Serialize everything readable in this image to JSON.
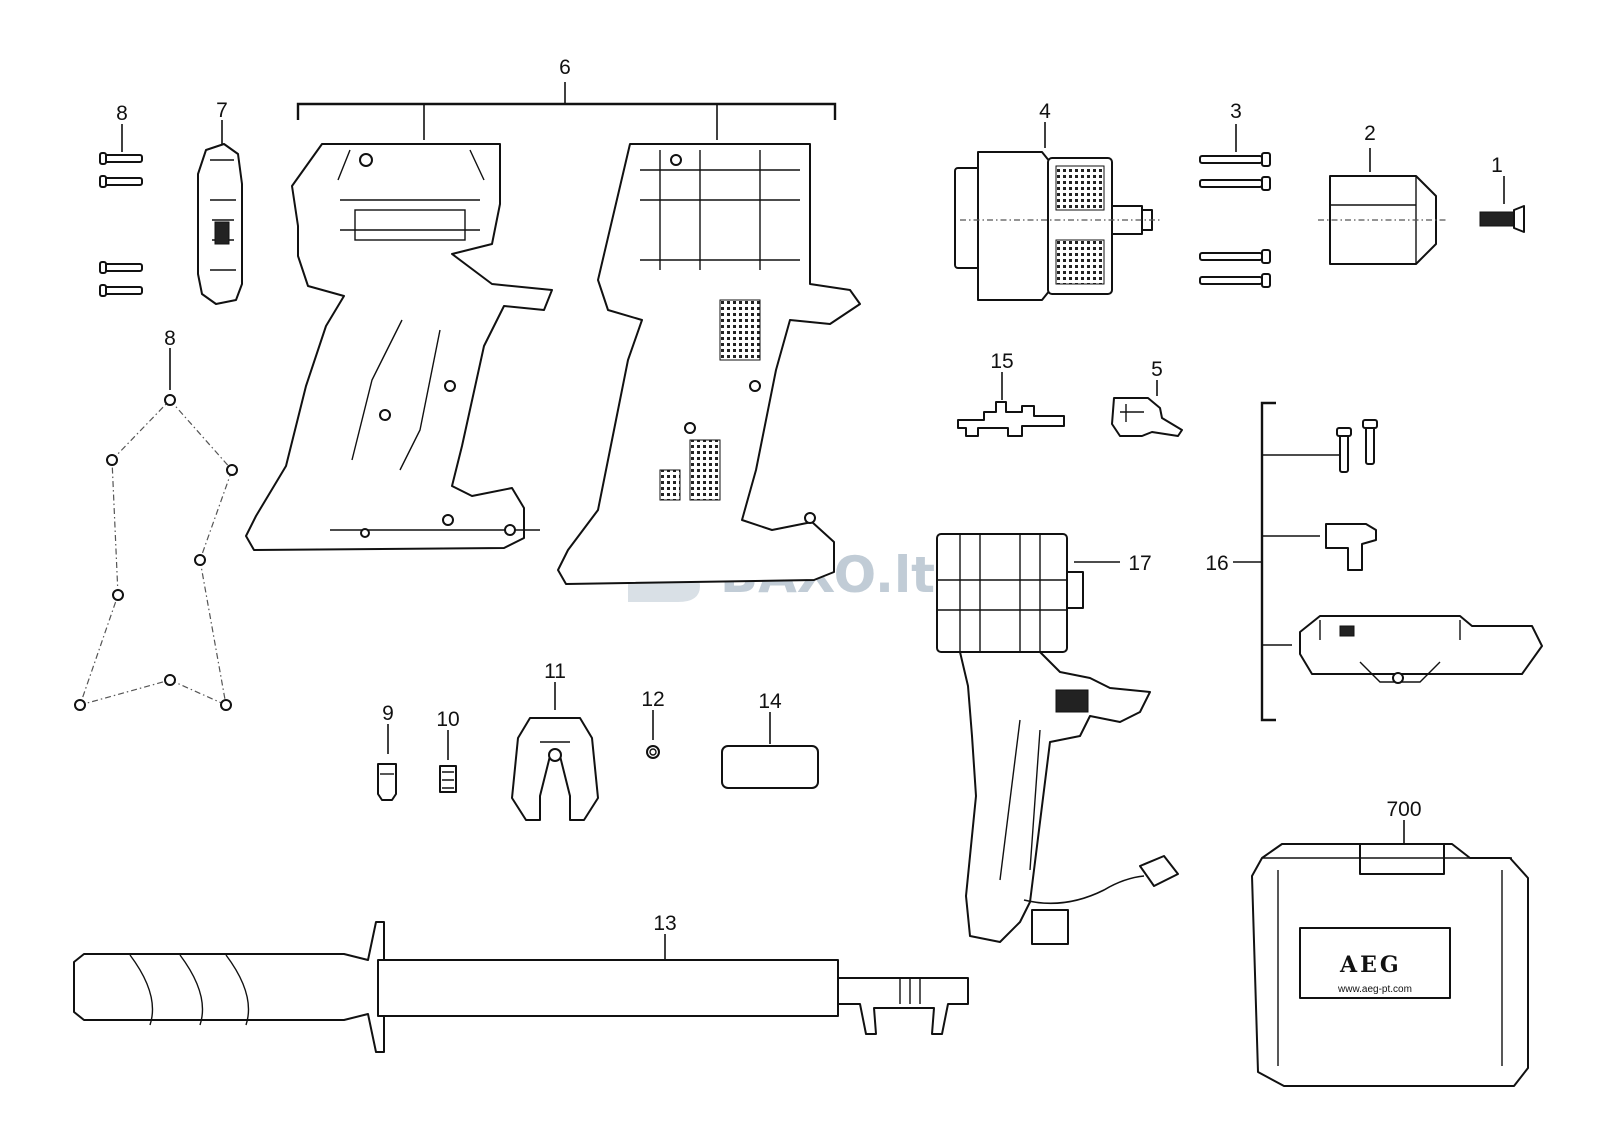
{
  "watermark": {
    "text": "BAXO",
    "suffix": ".lt"
  },
  "case_branding": {
    "logo": "AEG",
    "url": "www.aeg-pt.com"
  },
  "labels": {
    "p1": "1",
    "p2": "2",
    "p3": "3",
    "p4": "4",
    "p5": "5",
    "p6": "6",
    "p7": "7",
    "p8a": "8",
    "p8b": "8",
    "p9": "9",
    "p10": "10",
    "p11": "11",
    "p12": "12",
    "p13": "13",
    "p14": "14",
    "p15": "15",
    "p16": "16",
    "p17": "17",
    "p700": "700"
  }
}
